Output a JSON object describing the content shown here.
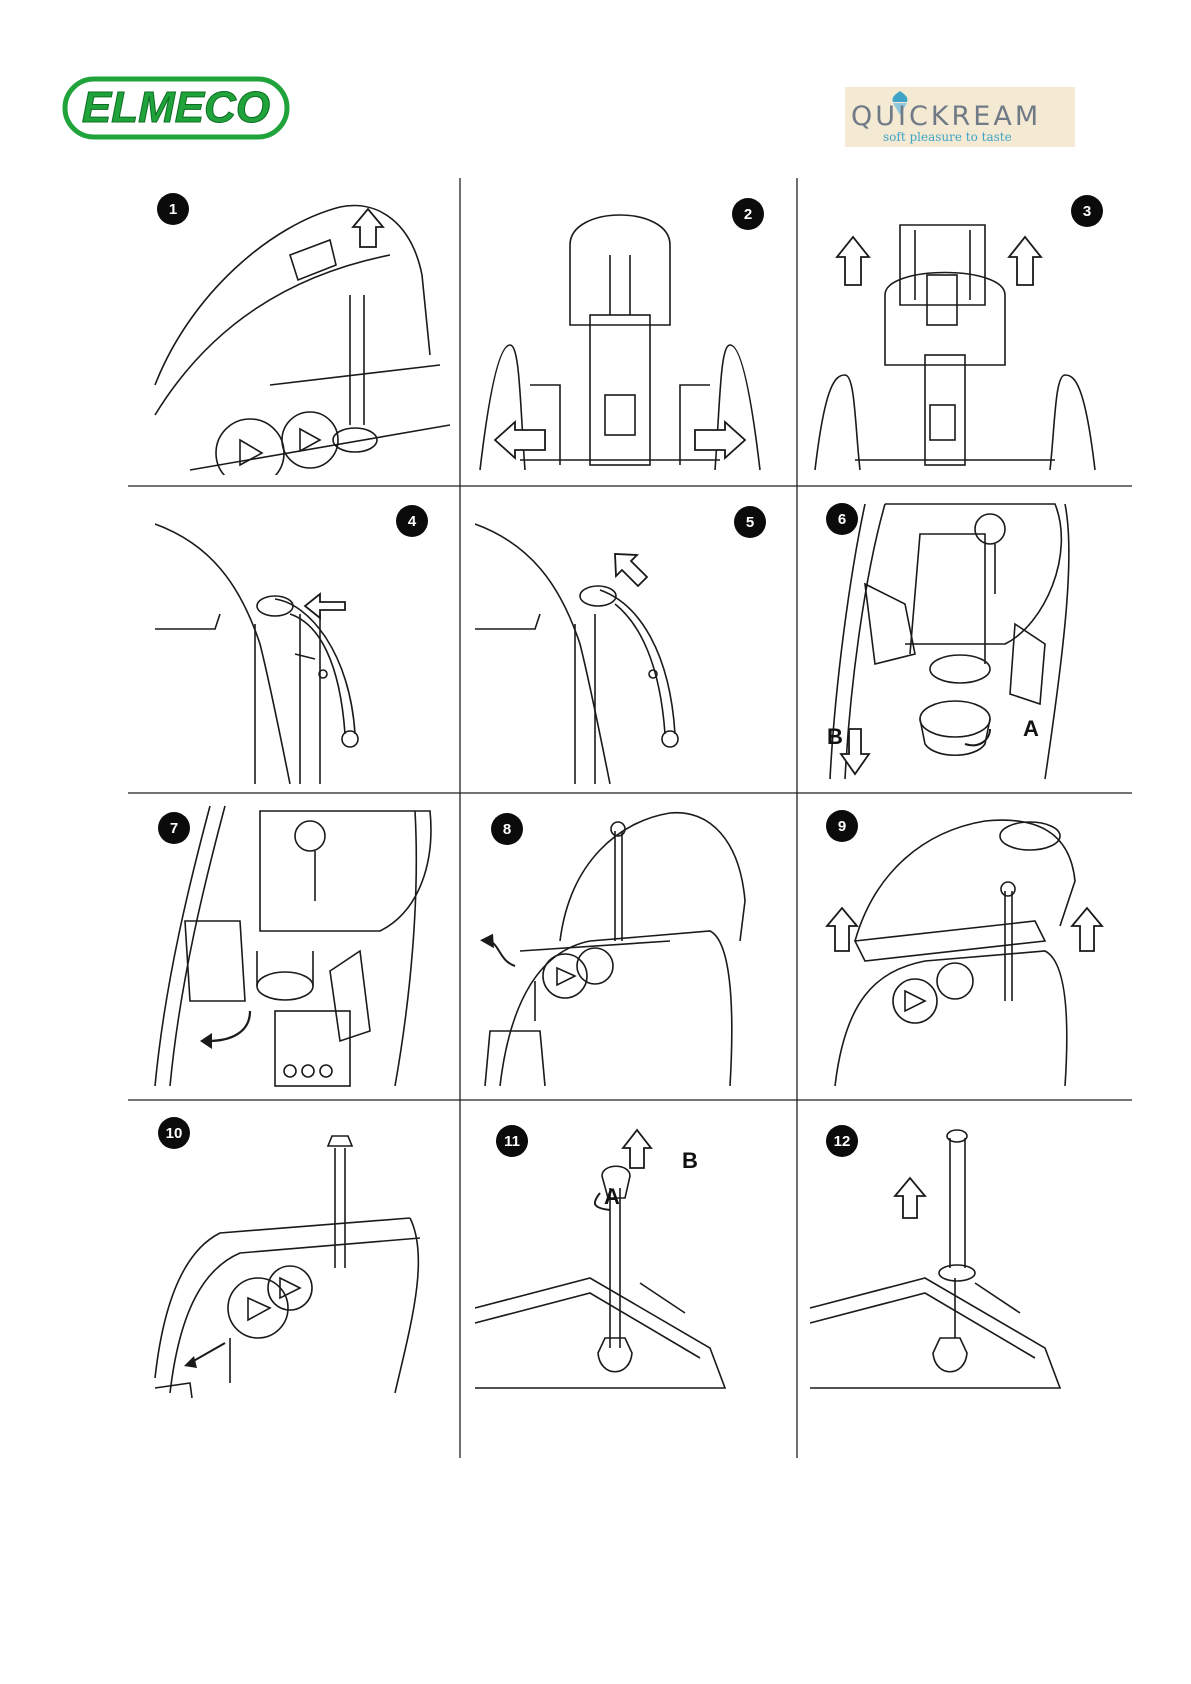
{
  "header": {
    "brand_left": "ELMECO",
    "brand_right_title": "QUICKREAM",
    "brand_right_subtitle": "soft pleasure to taste",
    "brand_left_color": "#1fa33a",
    "brand_right_accent": "#3ea3c6"
  },
  "steps": [
    {
      "number": "1"
    },
    {
      "number": "2"
    },
    {
      "number": "3"
    },
    {
      "number": "4"
    },
    {
      "number": "5"
    },
    {
      "number": "6",
      "labels": [
        "B",
        "A"
      ]
    },
    {
      "number": "7"
    },
    {
      "number": "8"
    },
    {
      "number": "9"
    },
    {
      "number": "10"
    },
    {
      "number": "11",
      "labels": [
        "A",
        "B"
      ]
    },
    {
      "number": "12"
    }
  ]
}
